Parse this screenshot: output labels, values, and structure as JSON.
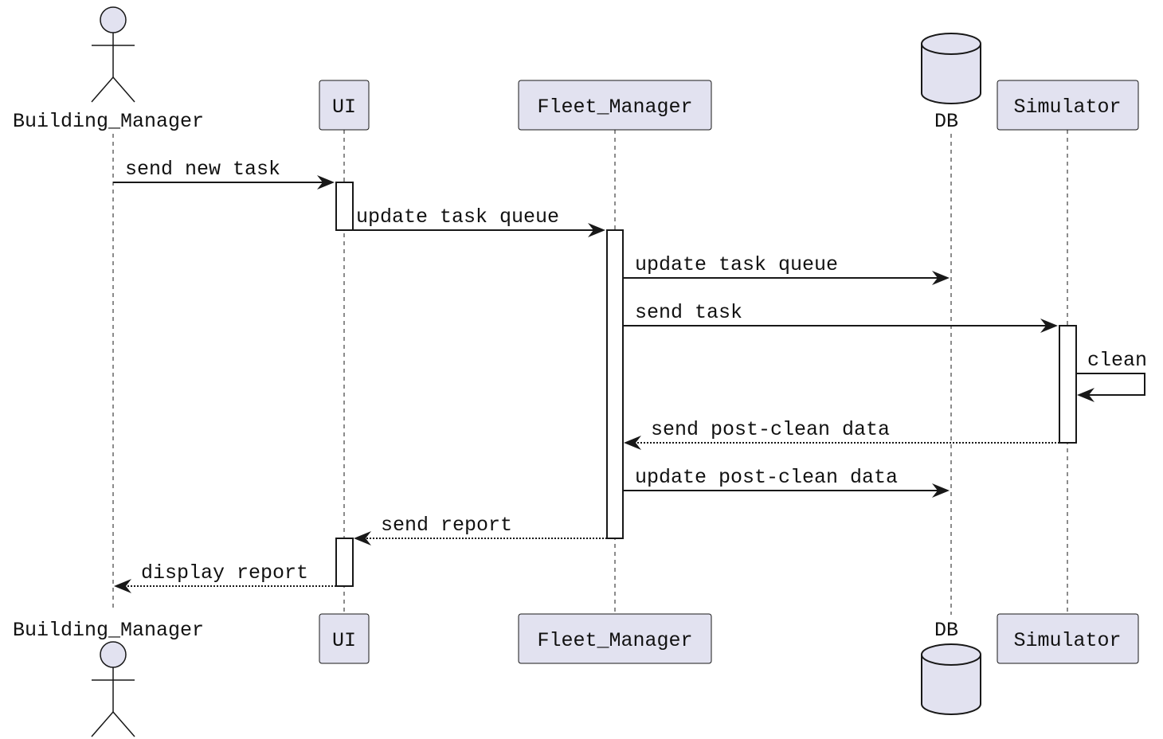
{
  "participants": {
    "building_manager": "Building_Manager",
    "ui": "UI",
    "fleet_manager": "Fleet_Manager",
    "db": "DB",
    "simulator": "Simulator"
  },
  "messages": [
    {
      "from": "Building_Manager",
      "to": "UI",
      "label": "send new task",
      "style": "solid"
    },
    {
      "from": "UI",
      "to": "Fleet_Manager",
      "label": "update task queue",
      "style": "solid"
    },
    {
      "from": "Fleet_Manager",
      "to": "DB",
      "label": "update task queue",
      "style": "solid"
    },
    {
      "from": "Fleet_Manager",
      "to": "Simulator",
      "label": "send task",
      "style": "solid"
    },
    {
      "from": "Simulator",
      "to": "Simulator",
      "label": "clean",
      "style": "solid"
    },
    {
      "from": "Simulator",
      "to": "Fleet_Manager",
      "label": "send post-clean data",
      "style": "dotted"
    },
    {
      "from": "Fleet_Manager",
      "to": "DB",
      "label": "update post-clean data",
      "style": "solid"
    },
    {
      "from": "Fleet_Manager",
      "to": "UI",
      "label": "send report",
      "style": "dotted"
    },
    {
      "from": "UI",
      "to": "Building_Manager",
      "label": "display report",
      "style": "dotted"
    }
  ],
  "colors": {
    "participant_fill": "#e2e2f0",
    "stroke": "#181818",
    "text": "#111111"
  }
}
